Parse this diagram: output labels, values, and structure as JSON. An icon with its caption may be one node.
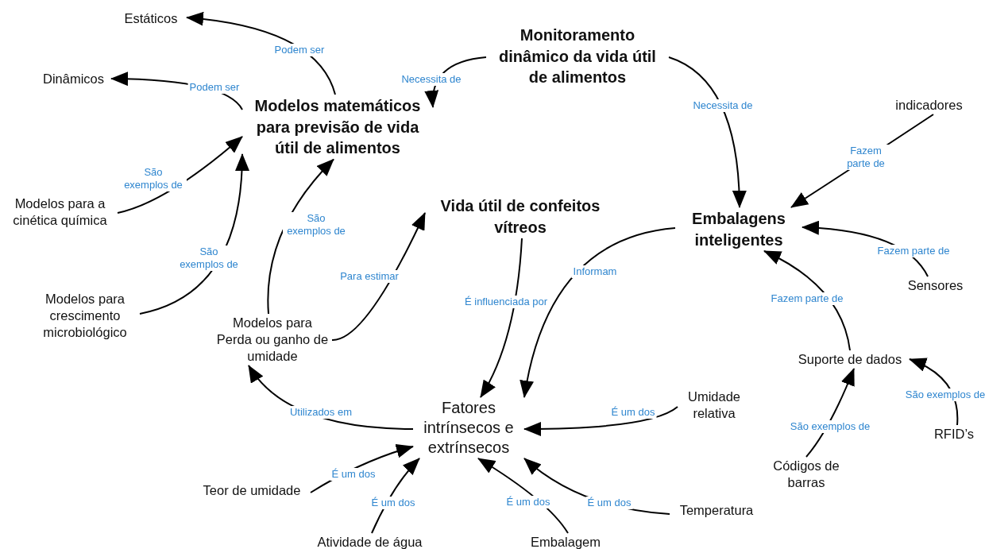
{
  "diagram": {
    "nodes": [
      {
        "text": [
          "Estáticos"
        ]
      },
      {
        "text": [
          "Monitoramento dinâmico da vida útil de alimentos"
        ]
      },
      {
        "text": [
          "Dinâmicos"
        ]
      },
      {
        "text": [
          "indicadores"
        ]
      },
      {
        "text": [
          "Modelos matemáticos para previsão de vida útil de alimentos"
        ]
      },
      {
        "text": [
          "Modelos para a cinética química"
        ]
      },
      {
        "text": [
          "Vida útil de confeitos vítreos"
        ]
      },
      {
        "text": [
          "Embalagens inteligentes"
        ]
      },
      {
        "text": [
          "Sensores"
        ]
      },
      {
        "text": [
          "Modelos para crescimento microbiológico"
        ]
      },
      {
        "text": [
          "Modelos para Perda ou ganho de umidade"
        ]
      },
      {
        "text": [
          "Suporte de dados"
        ]
      },
      {
        "text": [
          "Umidade relativa"
        ]
      },
      {
        "text": [
          "Fatores intrínsecos e extrínsecos"
        ]
      },
      {
        "text": [
          "RFID’s"
        ]
      },
      {
        "text": [
          "Códigos de barras"
        ]
      },
      {
        "text": [
          "Teor de umidade"
        ]
      },
      {
        "text": [
          "Temperatura"
        ]
      },
      {
        "text": [
          "Atividade de água"
        ]
      },
      {
        "text": [
          "Embalagem"
        ]
      }
    ],
    "edges": [
      {
        "from": 4,
        "to": 0,
        "arrow": "to",
        "label": "Podem ser"
      },
      {
        "from": 4,
        "to": 2,
        "arrow": "to",
        "label": "Podem ser"
      },
      {
        "from": 1,
        "to": 4,
        "arrow": "to",
        "label": "Necessita de"
      },
      {
        "from": 1,
        "to": 7,
        "arrow": "to",
        "label": "Necessita de"
      },
      {
        "from": 3,
        "to": 7,
        "arrow": "to",
        "label": "Fazem parte de"
      },
      {
        "from": 5,
        "to": 4,
        "arrow": "to",
        "label": "São exemplos de"
      },
      {
        "from": 9,
        "to": 4,
        "arrow": "to",
        "label": "São exemplos de"
      },
      {
        "from": 10,
        "to": 4,
        "arrow": "to",
        "label": "São exemplos de"
      },
      {
        "from": 10,
        "to": 6,
        "arrow": "to",
        "label": "Para estimar"
      },
      {
        "from": 6,
        "to": 13,
        "arrow": "to",
        "label": "É influenciada por"
      },
      {
        "from": 7,
        "to": 13,
        "arrow": "to",
        "label": "Informam"
      },
      {
        "from": 8,
        "to": 7,
        "arrow": "to",
        "label": "Fazem parte de"
      },
      {
        "from": 11,
        "to": 7,
        "arrow": "to",
        "label": "Fazem parte de"
      },
      {
        "from": 14,
        "to": 11,
        "arrow": "to",
        "label": "São exemplos de"
      },
      {
        "from": 15,
        "to": 11,
        "arrow": "to",
        "label": "São exemplos de"
      },
      {
        "from": 12,
        "to": 13,
        "arrow": "to",
        "label": "É um dos"
      },
      {
        "from": 13,
        "to": 10,
        "arrow": "to",
        "label": "Utilizados em"
      },
      {
        "from": 16,
        "to": 13,
        "arrow": "to",
        "label": "É um dos"
      },
      {
        "from": 18,
        "to": 13,
        "arrow": "to",
        "label": "É um dos"
      },
      {
        "from": 19,
        "to": 13,
        "arrow": "to",
        "label": "É um dos"
      },
      {
        "from": 17,
        "to": 13,
        "arrow": "to",
        "label": "É um dos"
      }
    ]
  }
}
